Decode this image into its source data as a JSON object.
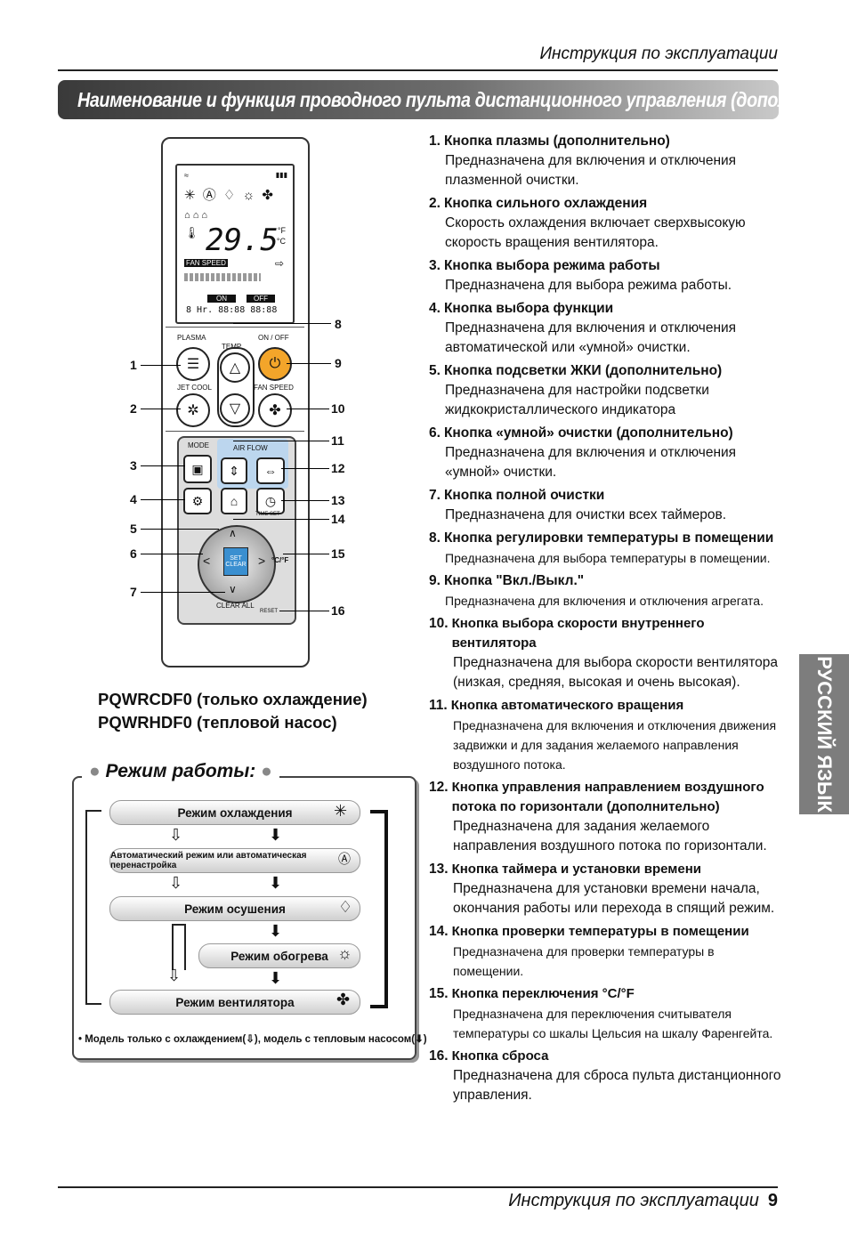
{
  "header": {
    "top_title": "Инструкция по эксплуатации",
    "banner": "Наименование и функция проводного пульта дистанционного управления (дополнительно)"
  },
  "side_tab": "РУССКИЙ ЯЗЫК",
  "items": [
    {
      "num": "1.",
      "title": "Кнопка плазмы (дополнительно)",
      "desc": "Предназначена для включения и отключения плазменной очистки."
    },
    {
      "num": "2.",
      "title": "Кнопка сильного охлаждения",
      "desc": "Скорость охлаждения включает сверхвысокую скорость вращения вентилятора."
    },
    {
      "num": "3.",
      "title": "Кнопка выбора режима работы",
      "desc": "Предназначена для выбора режима работы."
    },
    {
      "num": "4.",
      "title": "Кнопка выбора функции",
      "desc": "Предназначена для включения и отключения автоматической или «умной» очистки."
    },
    {
      "num": "5.",
      "title": "Кнопка подсветки ЖКИ (дополнительно)",
      "desc": "Предназначена для настройки подсветки жидкокристаллического индикатора"
    },
    {
      "num": "6.",
      "title": "Кнопка «умной» очистки (дополнительно)",
      "desc": "Предназначена для включения и отключения «умной» очистки."
    },
    {
      "num": "7.",
      "title": "Кнопка полной очистки",
      "desc": "Предназначена для очистки всех таймеров."
    },
    {
      "num": "8.",
      "title": "Кнопка регулировки температуры в помещении",
      "desc": "Предназначена для выбора температуры в помещении."
    },
    {
      "num": "9.",
      "title": "Кнопка \"Вкл./Выкл.\"",
      "desc": "Предназначена для включения и отключения агрегата."
    },
    {
      "num": "10.",
      "title": "Кнопка выбора скорости внутреннего вентилятора",
      "desc": "Предназначена для выбора скорости вентилятора (низкая, средняя, высокая и очень высокая)."
    },
    {
      "num": "11.",
      "title": "Кнопка автоматического вращения",
      "desc": "Предназначена для включения и отключения движения задвижки и для задания желаемого направления воздушного потока."
    },
    {
      "num": "12.",
      "title": "Кнопка управления направлением воздушного потока по горизонтали (дополнительно)",
      "desc": "Предназначена для задания желаемого направления воздушного потока по горизонтали."
    },
    {
      "num": "13.",
      "title": "Кнопка таймера и установки времени",
      "desc": "Предназначена для установки времени начала, окончания работы или перехода в спящий режим."
    },
    {
      "num": "14.",
      "title": "Кнопка проверки температуры в помещении",
      "desc": "Предназначена для проверки температуры в помещении."
    },
    {
      "num": "15.",
      "title": "Кнопка переключения °C/°F",
      "desc": "Предназначена для переключения считывателя температуры со шкалы Цельсия на шкалу Фаренгейта."
    },
    {
      "num": "16.",
      "title": "Кнопка сброса",
      "desc": "Предназначена для сброса пульта дистанционного управления."
    }
  ],
  "models": {
    "line1": "PQWRCDF0 (только охлаждение)",
    "line2": "PQWRHDF0 (тепловой насос)"
  },
  "modes": {
    "title": "Режим работы:",
    "cool": "Режим охлаждения",
    "auto": "Автоматический режим или автоматическая перенастройка",
    "dry": "Режим осушения",
    "heat": "Режим обогрева",
    "fan": "Режим вентилятора",
    "note_a": "• Модель только с охлаждением(",
    "note_b": "), модель с тепловым насосом(",
    "note_c": ")"
  },
  "remote": {
    "lcd_temp": "29.5",
    "lcd_unit_f": "°F",
    "lcd_unit_c": "°C",
    "fan_speed": "FAN SPEED",
    "on": "ON",
    "off": "OFF",
    "timer": "8 Hr. 88:88 88:88",
    "plasma": "PLASMA",
    "temp": "TEMP",
    "onoff": "ON / OFF",
    "jetcool": "JET COOL",
    "fanspeed_btn": "FAN SPEED",
    "mode": "MODE",
    "airflow": "AIR FLOW",
    "set": "SET",
    "clear": "CLEAR",
    "clearall": "CLEAR ALL",
    "reset": "RESET",
    "time": "TIME SET",
    "cf": "°C/°F"
  },
  "callouts": [
    "1",
    "2",
    "3",
    "4",
    "5",
    "6",
    "7",
    "8",
    "9",
    "10",
    "11",
    "12",
    "13",
    "14",
    "15",
    "16"
  ],
  "footer": {
    "text": "Инструкция по эксплуатации",
    "page": "9"
  }
}
